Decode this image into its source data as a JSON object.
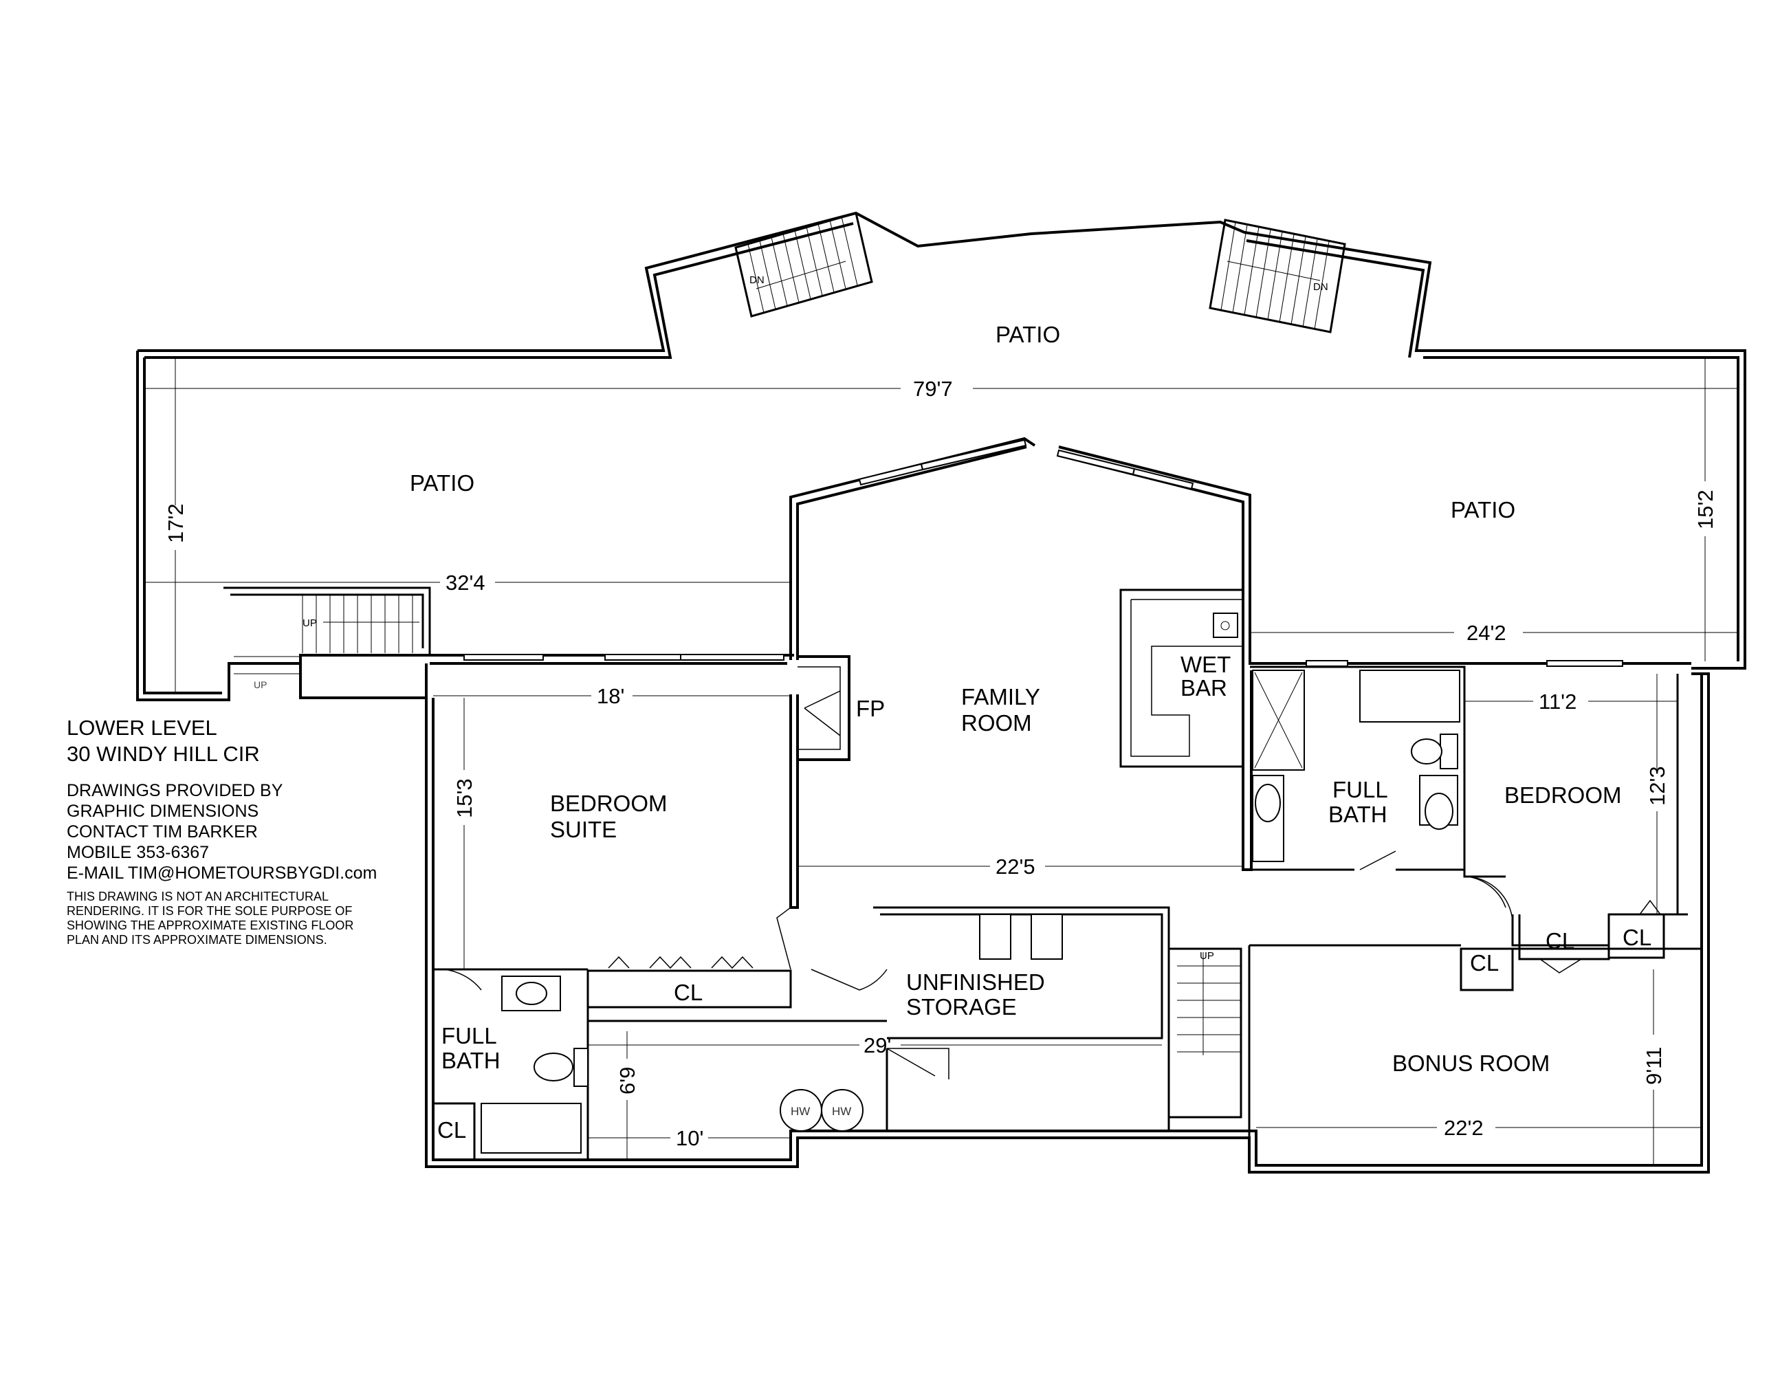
{
  "title": {
    "line1": "LOWER LEVEL",
    "line2": "30 WINDY HILL CIR"
  },
  "credits": {
    "line1": "DRAWINGS PROVIDED BY",
    "line2": "GRAPHIC DIMENSIONS",
    "line3": "CONTACT TIM BARKER",
    "line4": "MOBILE 353-6367",
    "line5": "E-MAIL TIM@HOMETOURSBYGDI.com"
  },
  "disclaimer": {
    "line1": "THIS DRAWING IS NOT AN ARCHITECTURAL",
    "line2": "RENDERING. IT IS FOR THE SOLE PURPOSE OF",
    "line3": "SHOWING THE APPROXIMATE EXISTING FLOOR",
    "line4": "PLAN AND ITS APPROXIMATE  DIMENSIONS."
  },
  "rooms": {
    "patio_top": "PATIO",
    "patio_left": "PATIO",
    "patio_right": "PATIO",
    "family_room_1": "FAMILY",
    "family_room_2": "ROOM",
    "wet_bar_1": "WET",
    "wet_bar_2": "BAR",
    "fireplace": "FP",
    "bedroom_suite_1": "BEDROOM",
    "bedroom_suite_2": "SUITE",
    "full_bath_1": "FULL",
    "full_bath_2": "BATH",
    "bedroom": "BEDROOM",
    "full_bath_left_1": "FULL",
    "full_bath_left_2": "BATH",
    "unfinished_1": "UNFINISHED",
    "unfinished_2": "STORAGE",
    "bonus_room": "BONUS ROOM",
    "closet_suite": "CL",
    "closet_bath": "CL",
    "closet_a": "CL",
    "closet_b": "CL",
    "closet_c": "CL"
  },
  "dimensions": {
    "overall_width": "79'7",
    "patio_left_depth": "17'2",
    "patio_right_depth": "15'2",
    "patio_left_width": "32'4",
    "patio_right_width": "24'2",
    "bedroom_suite_width": "18'",
    "bedroom_suite_depth": "15'3",
    "family_room_width": "22'5",
    "bedroom_width": "11'2",
    "bedroom_depth": "12'3",
    "storage_width": "29'",
    "mech_depth": "6'9",
    "mech_width": "10'",
    "bonus_width": "22'2",
    "bonus_depth": "9'11"
  },
  "stair_labels": {
    "dn_left": "DN",
    "dn_right": "DN",
    "up_patio": "UP",
    "up_small": "UP",
    "up_storage": "UP"
  },
  "fixtures": {
    "water_heater_1": "HW",
    "water_heater_2": "HW"
  }
}
